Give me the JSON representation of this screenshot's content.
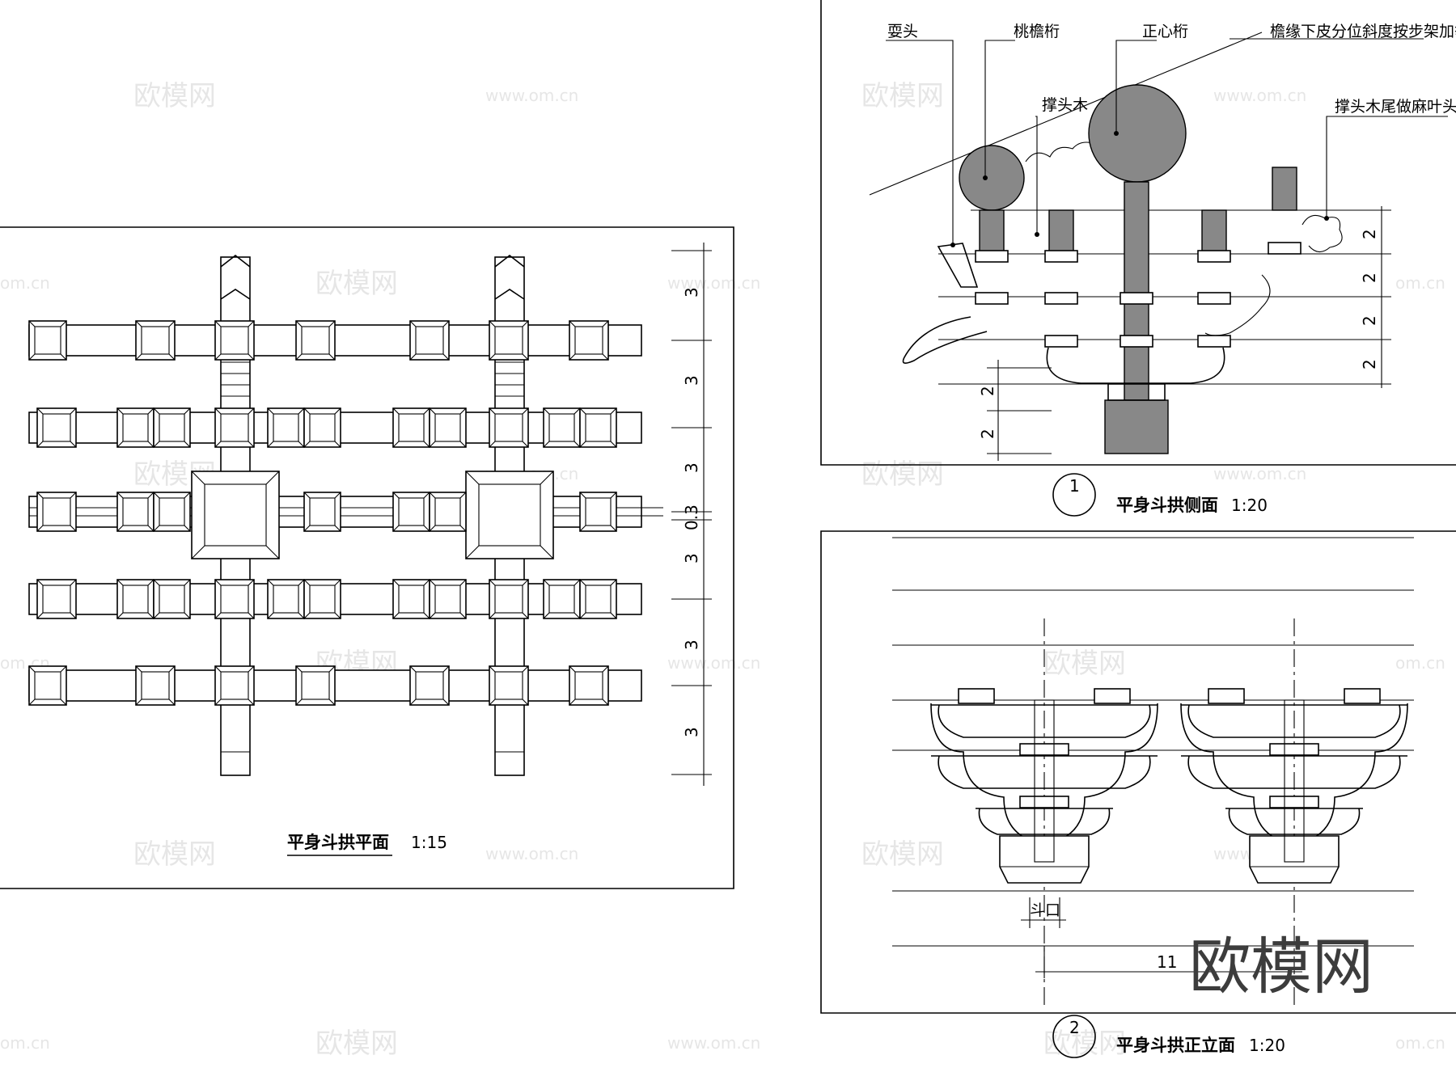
{
  "plan": {
    "title": "平身斗拱平面",
    "scale": "1:15",
    "dims": [
      "3",
      "3",
      "3",
      "0.3",
      "3",
      "3",
      "3"
    ]
  },
  "side": {
    "num": "1",
    "title": "平身斗拱侧面",
    "scale": "1:20",
    "labels": {
      "shuatou": "耍头",
      "tiaoyanheng": "桃檐桁",
      "zhengxinheng": "正心桁",
      "note": "檐缘下皮分位斜度按步架加举",
      "chengtoumu": "撑头木",
      "chengtou_tail": "撑头木尾做麻叶头"
    },
    "dims_right": [
      "2",
      "2",
      "2",
      "2"
    ],
    "dims_left": [
      "2",
      "2"
    ]
  },
  "front": {
    "num": "2",
    "title": "平身斗拱正立面",
    "scale": "1:20",
    "doukou": "斗口",
    "dim_bottom": "11"
  },
  "watermarks": {
    "brand": "欧模网",
    "url": "www.om.cn",
    "url_short": "om.cn"
  }
}
